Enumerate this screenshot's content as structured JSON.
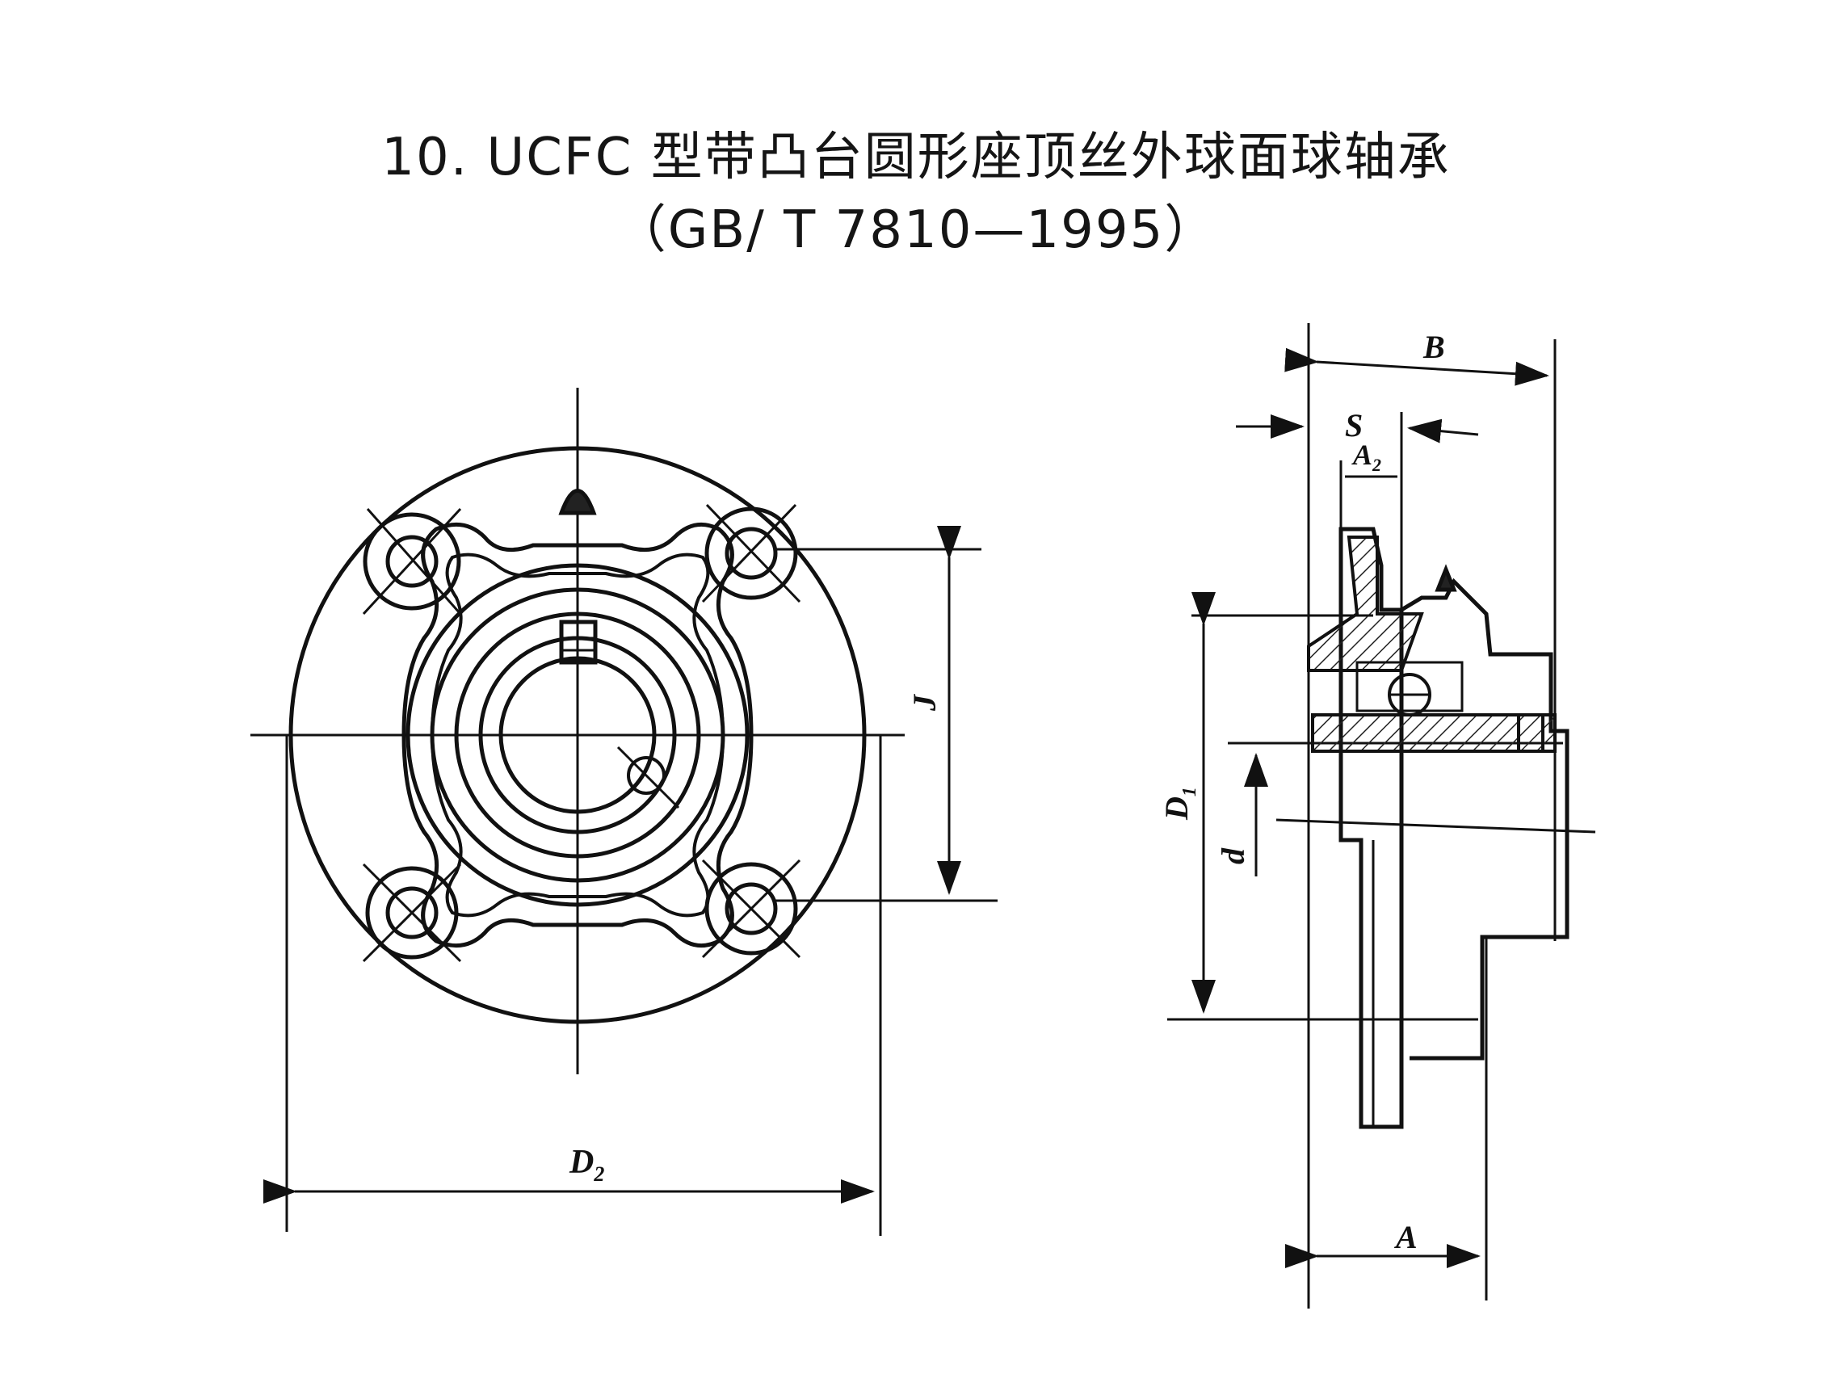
{
  "title": {
    "line1": "10. UCFC 型带凸台圆形座顶丝外球面球轴承",
    "line2": "（GB/ T 7810—1995）"
  },
  "front_view": {
    "labels": {
      "J": "J",
      "D": "D",
      "D_sub": "2"
    }
  },
  "side_view": {
    "labels": {
      "B": "B",
      "S": "S",
      "A2": "A",
      "A2_sub": "2",
      "D1": "D",
      "D1_sub": "1",
      "d": "d",
      "A": "A"
    }
  },
  "colors": {
    "ink": "#111111",
    "paper": "#ffffff",
    "hatch": "#222222"
  }
}
